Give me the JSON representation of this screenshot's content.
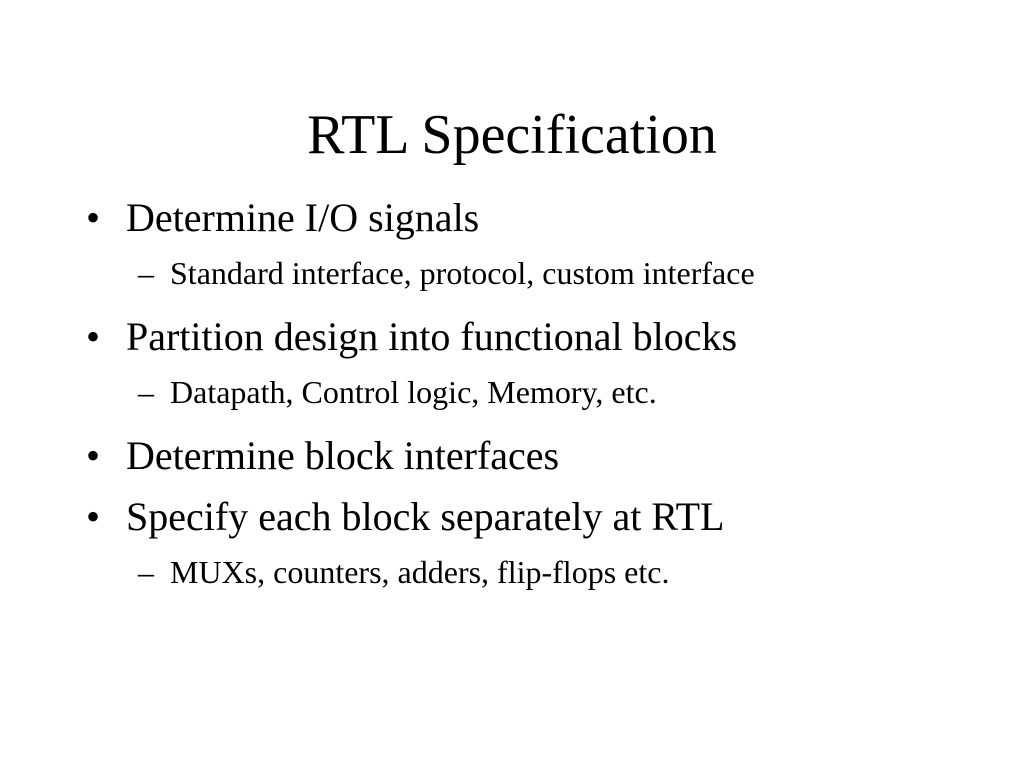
{
  "slide": {
    "title": "RTL Specification",
    "bullet_marker": "•",
    "sub_marker": "–",
    "items": [
      {
        "text": "Determine I/O signals",
        "sub": [
          "Standard interface, protocol, custom interface"
        ]
      },
      {
        "text": "Partition design into functional blocks",
        "sub": [
          "Datapath, Control logic, Memory, etc."
        ]
      },
      {
        "text": "Determine block interfaces",
        "sub": []
      },
      {
        "text": "Specify each block separately at RTL",
        "sub": [
          "MUXs, counters, adders, flip-flops etc."
        ]
      }
    ]
  }
}
